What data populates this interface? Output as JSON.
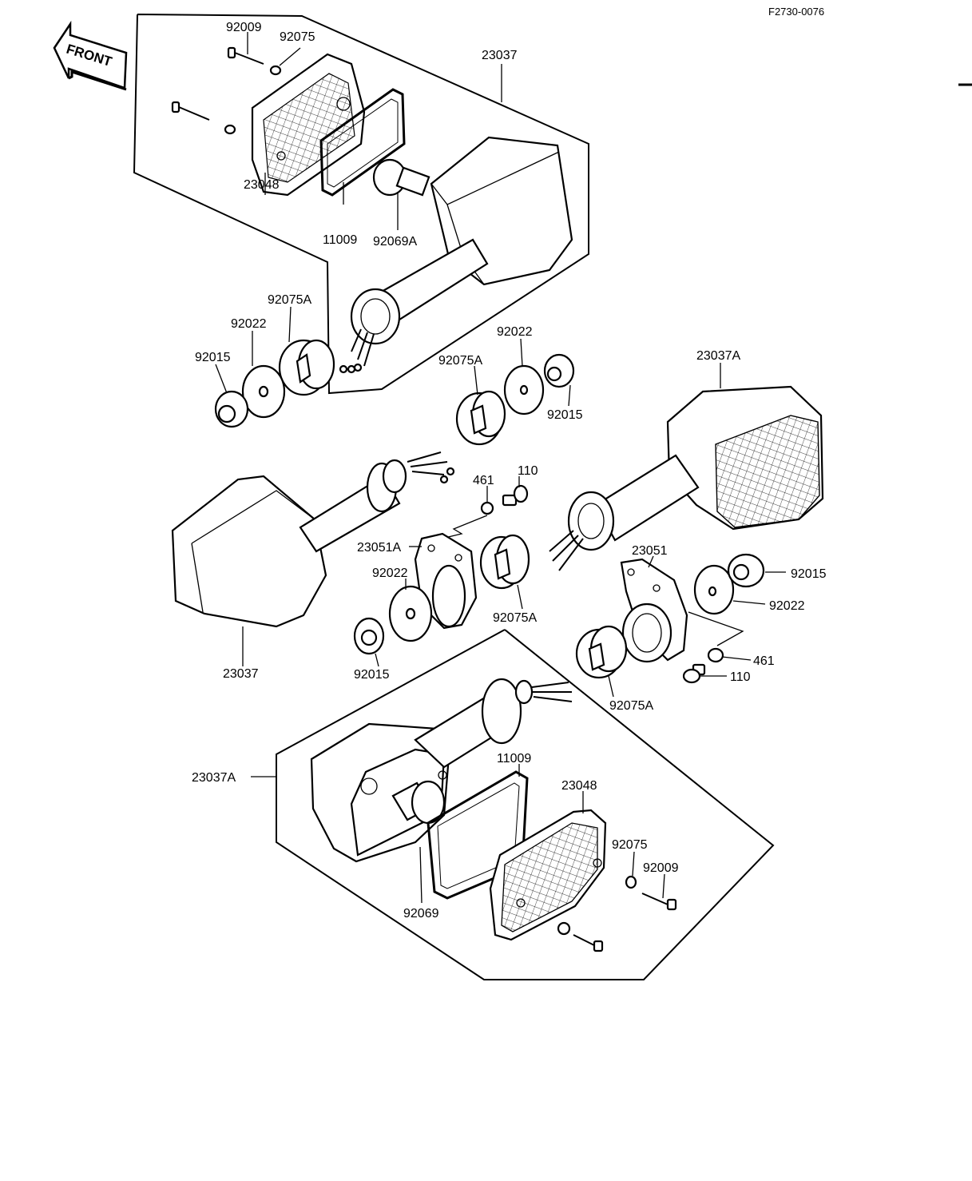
{
  "drawing_code": "F2730-0076",
  "front_label": "FRONT",
  "labels": {
    "top_92009": "92009",
    "top_92075": "92075",
    "top_23037": "23037",
    "top_23048": "23048",
    "top_11009": "11009",
    "top_92069A": "92069A",
    "tl_92075A": "92075A",
    "tl_92022": "92022",
    "tl_92015": "92015",
    "mid_92022": "92022",
    "mid_92075A": "92075A",
    "mid_92015": "92015",
    "r_23037A": "23037A",
    "c_461": "461",
    "c_110": "110",
    "c_23051A": "23051A",
    "c_92022": "92022",
    "c_92075A": "92075A",
    "l_23037": "23037",
    "l_92015": "92015",
    "r_23051": "23051",
    "r_92015": "92015",
    "r_92022": "92022",
    "r_461": "461",
    "r_110": "110",
    "r_92075A": "92075A",
    "b_11009": "11009",
    "b_23048": "23048",
    "b_23037A": "23037A",
    "b_92075": "92075",
    "b_92009": "92009",
    "b_92069": "92069"
  }
}
